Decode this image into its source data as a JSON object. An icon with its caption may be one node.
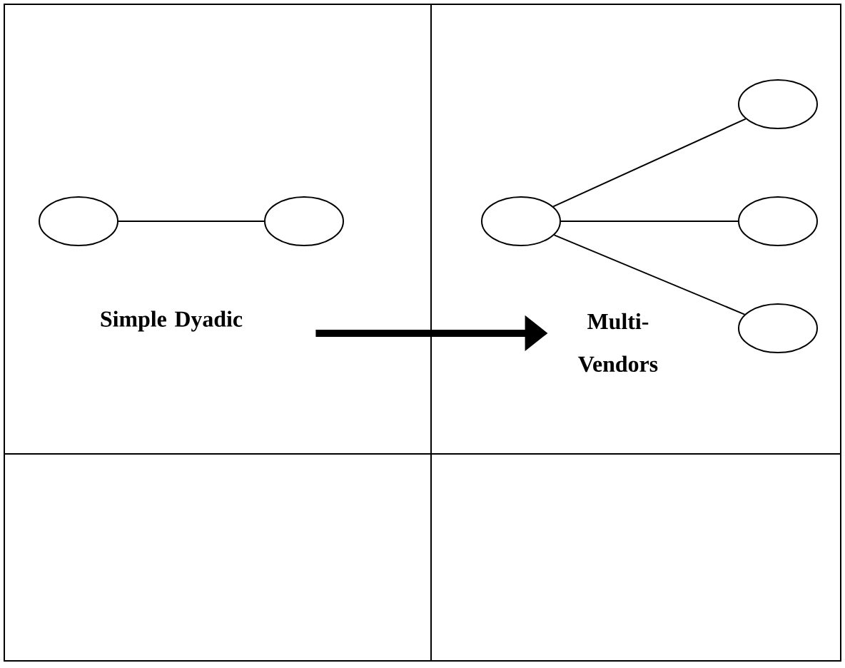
{
  "diagram": {
    "nodes": [
      {
        "text": [],
        "shape": "ellipse"
      },
      {
        "text": [],
        "shape": "ellipse"
      },
      {
        "text": [],
        "shape": "ellipse"
      },
      {
        "text": [],
        "shape": "ellipse"
      },
      {
        "text": [],
        "shape": "ellipse"
      },
      {
        "text": [],
        "shape": "ellipse"
      },
      {
        "text": [
          "Simple Dyadic"
        ]
      },
      {
        "text": [
          "Multi- Vendors"
        ]
      }
    ],
    "edges": [
      {
        "from": 0,
        "to": 1,
        "arrow": "none"
      },
      {
        "from": 3,
        "to": 2,
        "arrow": "none"
      },
      {
        "from": 3,
        "to": 4,
        "arrow": "none"
      },
      {
        "from": 3,
        "to": 5,
        "arrow": "none"
      },
      {
        "from": 6,
        "to": 7,
        "arrow": "to",
        "style": "thick"
      }
    ]
  }
}
